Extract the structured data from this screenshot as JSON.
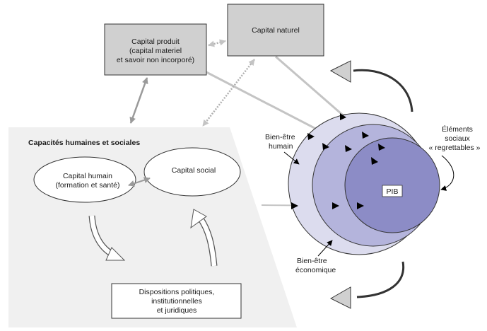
{
  "boxes": {
    "capital_produit": {
      "line1": "Capital produit",
      "line2": "(capital materiel",
      "line3": "et savoir non incorporé)"
    },
    "capital_naturel": {
      "label": "Capital naturel"
    },
    "dispositions": {
      "line1": "Dispositions politiques,",
      "line2": "institutionnelles",
      "line3": "et juridiques"
    }
  },
  "panel": {
    "title": "Capacités humaines et sociales"
  },
  "ellipses": {
    "capital_humain": {
      "line1": "Capital humain",
      "line2": "(formation et santé)"
    },
    "capital_social": {
      "label": "Capital social"
    }
  },
  "circles": {
    "pib": "PIB",
    "bien_etre_humain": {
      "line1": "Bien-être",
      "line2": "humain"
    },
    "bien_etre_economique": {
      "line1": "Bien-être",
      "line2": "économique"
    },
    "elements_sociaux": {
      "line1": "Éléments",
      "line2": "sociaux",
      "line3": "« regrettables »"
    }
  },
  "colors": {
    "box_fill": "#d0d0d0",
    "panel_fill": "#f0f0f0",
    "circle_outer": "#dcdcee",
    "circle_middle": "#b4b4dc",
    "circle_inner": "#8c8cc6",
    "arrow_grey": "#b0b0b0"
  }
}
